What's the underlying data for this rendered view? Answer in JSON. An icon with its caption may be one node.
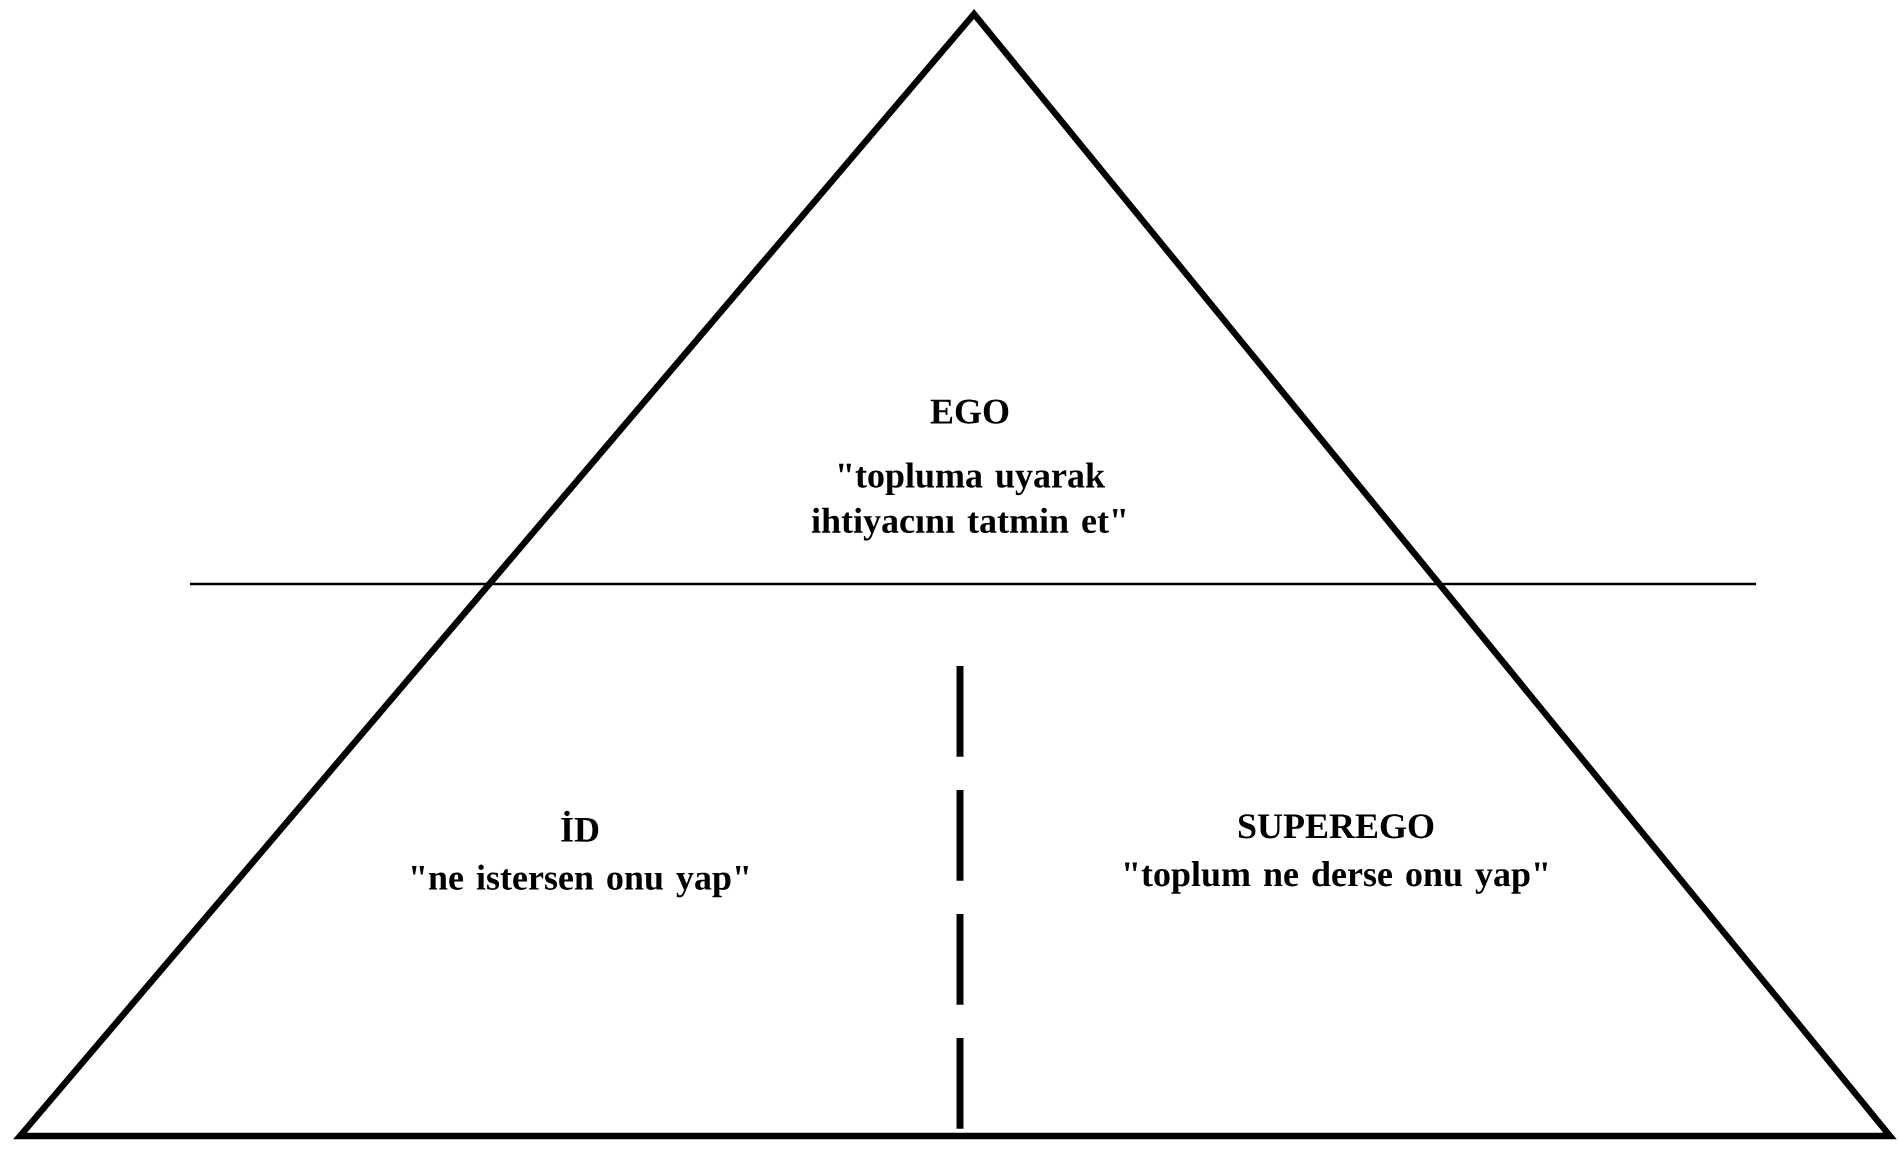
{
  "diagram": {
    "nodes": [
      {
        "text": [],
        "shape": "triangle"
      },
      {
        "text": [
          "EGO",
          "\"topluma uyarak ihtiyacını tatmin et\""
        ],
        "in": 0
      },
      {
        "text": [
          "İD",
          "\"ne istersen onu yap\""
        ],
        "in": 0
      },
      {
        "text": [
          "SUPEREGO",
          "\"toplum ne derse onu yap\""
        ],
        "in": 0
      }
    ]
  }
}
